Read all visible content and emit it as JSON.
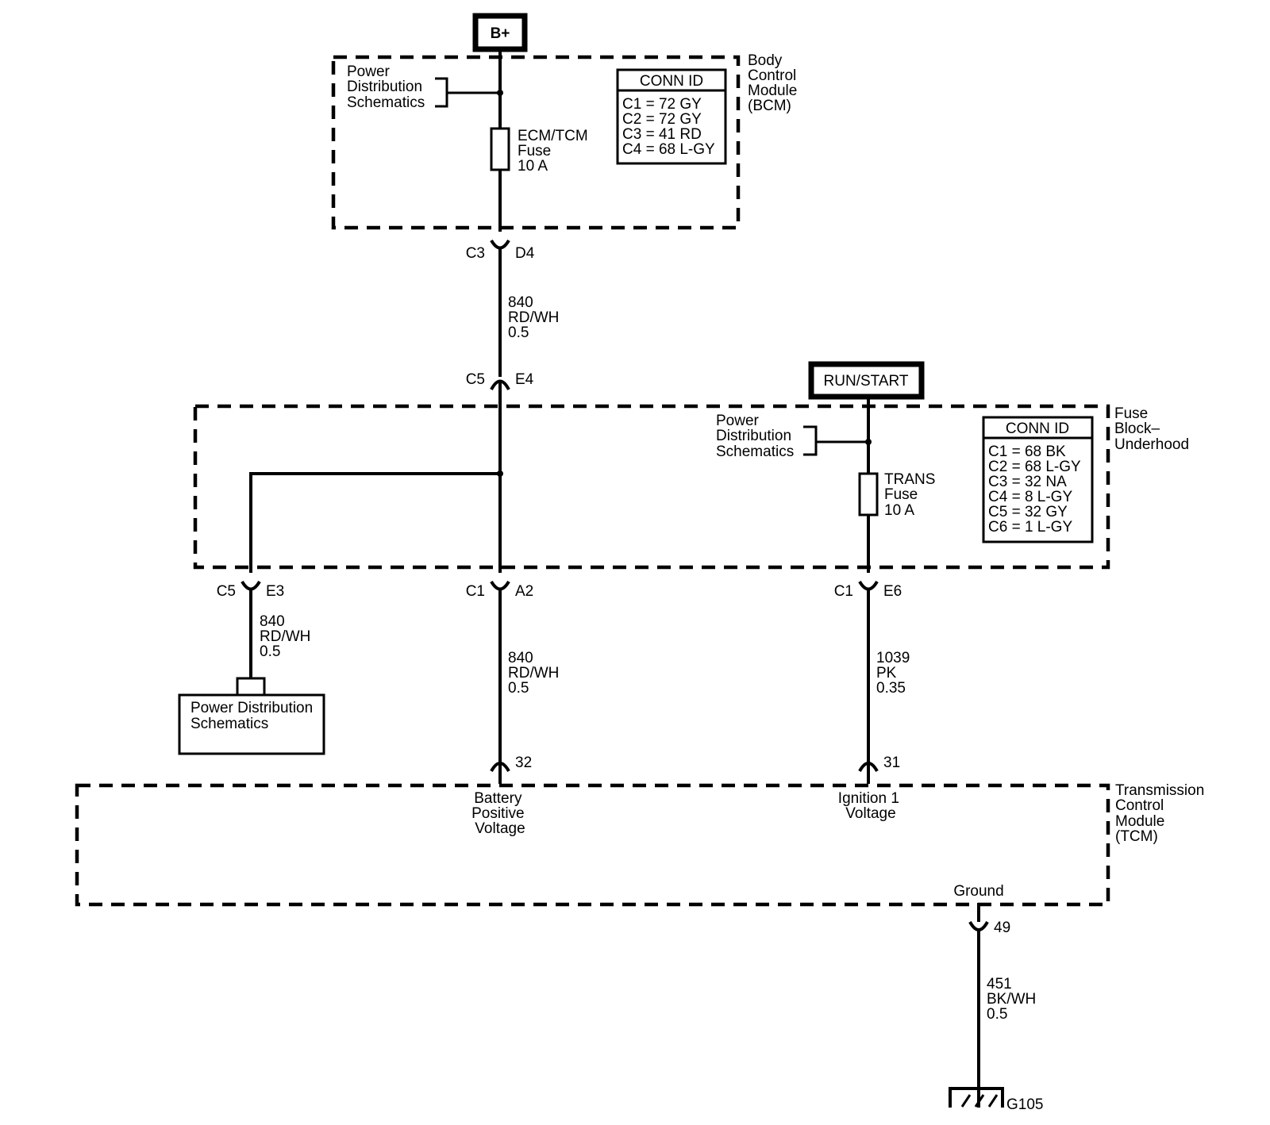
{
  "sources": {
    "battery": "B+",
    "run_start": "RUN/START"
  },
  "bcm": {
    "name_lines": [
      "Body",
      "Control",
      "Module",
      "(BCM)"
    ],
    "power_dist_lines": [
      "Power",
      "Distribution",
      "Schematics"
    ],
    "fuse_lines": [
      "ECM/TCM",
      "Fuse",
      "10 A"
    ],
    "conn_title": "CONN ID",
    "conn_rows": [
      "C1 = 72 GY",
      "C2 = 72 GY",
      "C3 = 41 RD",
      "C4 = 68 L-GY"
    ]
  },
  "connectors": {
    "bcm_out": {
      "conn": "C3",
      "pin": "D4"
    },
    "fuse_block_in": {
      "conn": "C5",
      "pin": "E4"
    },
    "fuse_block_e3": {
      "conn": "C5",
      "pin": "E3"
    },
    "fuse_block_a2": {
      "conn": "C1",
      "pin": "A2"
    },
    "fuse_block_e6": {
      "conn": "C1",
      "pin": "E6"
    },
    "tcm_32": "32",
    "tcm_31": "31",
    "tcm_49": "49"
  },
  "wires": {
    "w_bcm_to_fuse": [
      "840",
      "RD/WH",
      "0.5"
    ],
    "w_e3": [
      "840",
      "RD/WH",
      "0.5"
    ],
    "w_a2": [
      "840",
      "RD/WH",
      "0.5"
    ],
    "w_e6": [
      "1039",
      "PK",
      "0.35"
    ],
    "w_ground": [
      "451",
      "BK/WH",
      "0.5"
    ]
  },
  "fuse_block": {
    "name_lines": [
      "Fuse",
      "Block–",
      "Underhood"
    ],
    "power_dist_lines": [
      "Power",
      "Distribution",
      "Schematics"
    ],
    "fuse_lines": [
      "TRANS",
      "Fuse",
      "10 A"
    ],
    "conn_title": "CONN ID",
    "conn_rows": [
      "C1 = 68 BK",
      "C2 = 68 L-GY",
      "C3 = 32 NA",
      "C4 = 8 L-GY",
      "C5 = 32 GY",
      "C6 = 1 L-GY"
    ]
  },
  "power_dist_box_lines": [
    "Power Distribution",
    "Schematics"
  ],
  "tcm": {
    "name_lines": [
      "Transmission",
      "Control",
      "Module",
      "(TCM)"
    ],
    "pin32_lines": [
      "Battery",
      "Positive",
      "Voltage"
    ],
    "pin31_lines": [
      "Ignition 1",
      "Voltage"
    ],
    "ground_label": "Ground"
  },
  "ground_id": "G105"
}
